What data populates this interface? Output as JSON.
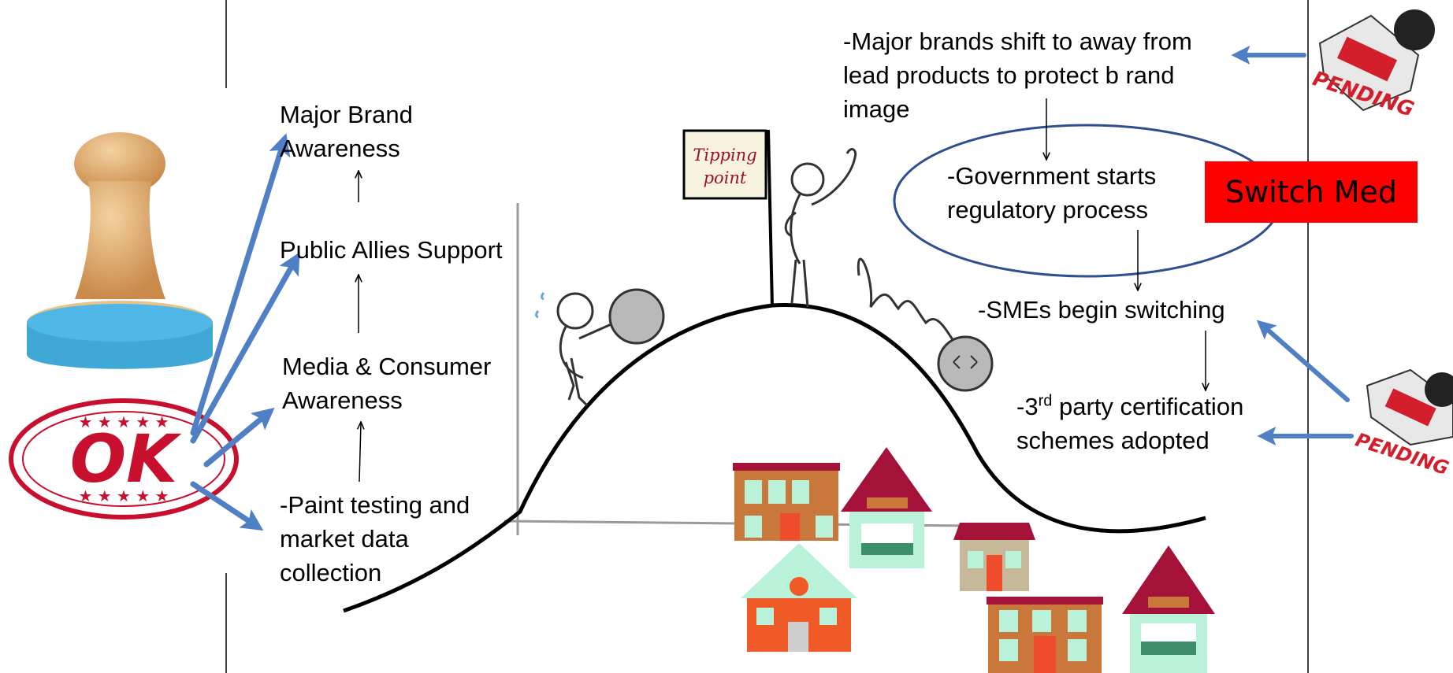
{
  "left_steps": {
    "step1": "Major Brand",
    "step1b": "Awareness",
    "step2": "Public Allies Support",
    "step3": "Media & Consumer",
    "step3b": "Awareness",
    "step4a": "-Paint testing and",
    "step4b": "market data",
    "step4c": "collection"
  },
  "right_steps": {
    "r1a": "-Major brands shift to away from",
    "r1b": "lead products to protect b rand",
    "r1c": "image",
    "r2a": "-Government  starts",
    "r2b": "regulatory process",
    "r3": "-SMEs begin  switching",
    "r4a_prefix": "-3",
    "r4a_sup": "rd",
    "r4a_suffix": " party certification",
    "r4b": "schemes adopted"
  },
  "switch_med": {
    "label": "Switch Med",
    "color": "#ff0000"
  },
  "tipping_flag": {
    "line1": "Tipping",
    "line2": "point"
  },
  "stamps": {
    "ok_text": "OK",
    "pending_text": "PENDING"
  },
  "colors": {
    "arrow_blue": "#4f7fc4",
    "ellipse_blue": "#2e4f8f",
    "ok_red": "#c8102e",
    "pending_red": "#d21f2b"
  }
}
